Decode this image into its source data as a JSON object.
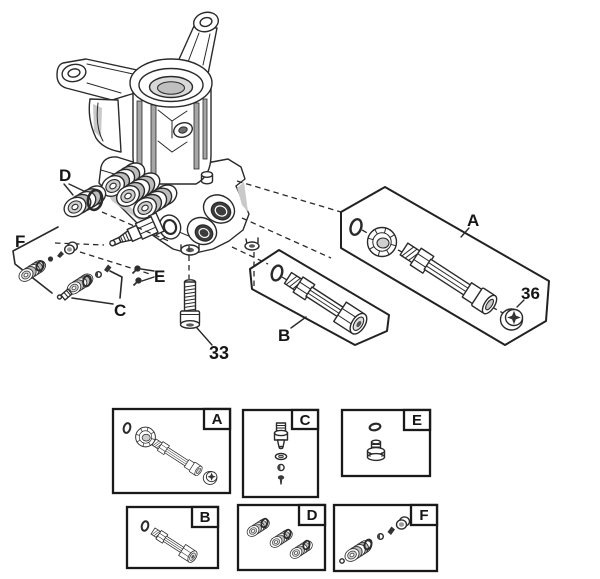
{
  "colors": {
    "background": "#ffffff",
    "line": "#2a2a2a",
    "shade_light": "#c9c9c9",
    "shade_mid": "#9e9e9e",
    "port_dark": "#3d3d3d"
  },
  "main_view": {
    "callouts": {
      "d": "D",
      "f": "F",
      "c": "C",
      "e": "E",
      "b": "B",
      "a": "A",
      "bolt": "33",
      "end_cap": "36"
    }
  },
  "detail_panel": {
    "boxes": [
      {
        "id": "a",
        "label": "A"
      },
      {
        "id": "c",
        "label": "C"
      },
      {
        "id": "e",
        "label": "E"
      },
      {
        "id": "b",
        "label": "B"
      },
      {
        "id": "d",
        "label": "D"
      },
      {
        "id": "f",
        "label": "F"
      }
    ]
  }
}
